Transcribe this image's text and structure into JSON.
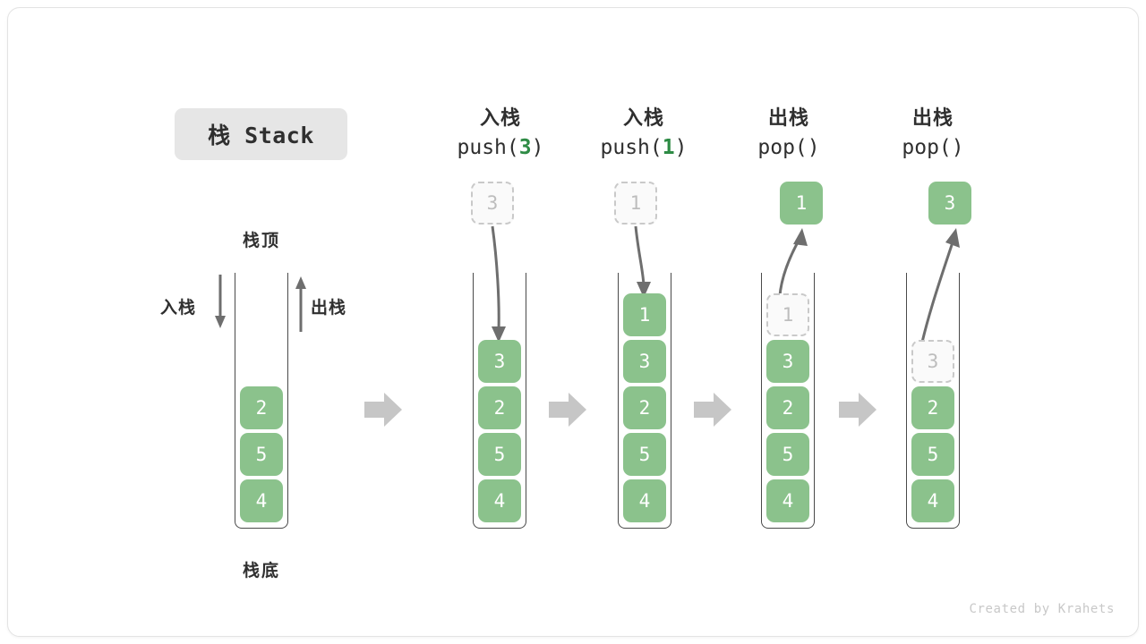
{
  "card": {
    "title_badge": "栈 Stack",
    "credit": "Created by Krahets"
  },
  "colors": {
    "node_green": "#8bc28c",
    "node_text": "#ffffff",
    "ghost_fill": "#fafafa",
    "ghost_border": "#c9c9c9",
    "ghost_text": "#bdbdbd",
    "frame_stroke": "#4a4a4a",
    "arrow_gray": "#6e6e6e",
    "flow_arrow": "#c6c6c6",
    "accent_green": "#2e8b45",
    "badge_bg": "#e6e6e6"
  },
  "legend": {
    "top_label": "栈顶",
    "bottom_label": "栈底",
    "push_label": "入栈",
    "pop_label": "出栈"
  },
  "columns": [
    {
      "id": "initial",
      "caption_cn": "",
      "caption_code": "",
      "caption_arg": "",
      "stack": [
        "2",
        "5",
        "4"
      ],
      "ghost_in_stack": null,
      "floating": null
    },
    {
      "id": "push-3",
      "caption_cn": "入栈",
      "caption_code_pre": "push(",
      "caption_arg": "3",
      "caption_code_post": ")",
      "stack": [
        "3",
        "2",
        "5",
        "4"
      ],
      "ghost_in_stack": null,
      "floating": {
        "value": "3",
        "style": "ghost",
        "direction": "down"
      }
    },
    {
      "id": "push-1",
      "caption_cn": "入栈",
      "caption_code_pre": "push(",
      "caption_arg": "1",
      "caption_code_post": ")",
      "stack": [
        "1",
        "3",
        "2",
        "5",
        "4"
      ],
      "ghost_in_stack": null,
      "floating": {
        "value": "1",
        "style": "ghost",
        "direction": "down"
      }
    },
    {
      "id": "pop-1",
      "caption_cn": "出栈",
      "caption_code_pre": "pop(",
      "caption_arg": "",
      "caption_code_post": ")",
      "stack": [
        "3",
        "2",
        "5",
        "4"
      ],
      "ghost_in_stack": "1",
      "floating": {
        "value": "1",
        "style": "solid",
        "direction": "up"
      }
    },
    {
      "id": "pop-3",
      "caption_cn": "出栈",
      "caption_code_pre": "pop(",
      "caption_arg": "",
      "caption_code_post": ")",
      "stack": [
        "2",
        "5",
        "4"
      ],
      "ghost_in_stack": "3",
      "floating": {
        "value": "3",
        "style": "solid",
        "direction": "up"
      }
    }
  ],
  "flow_arrows": 4
}
